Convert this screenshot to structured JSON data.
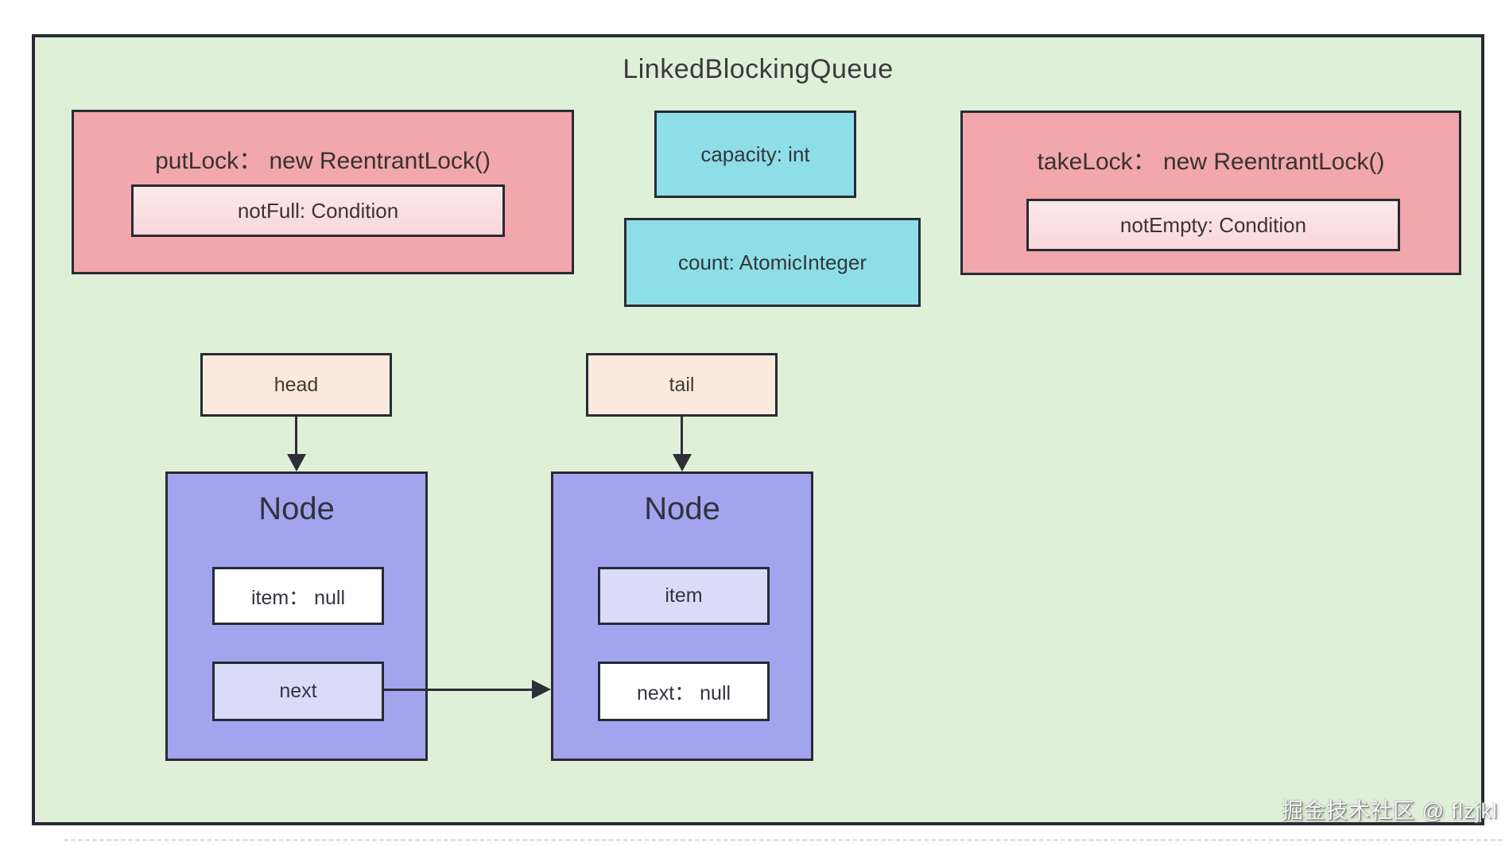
{
  "diagram": {
    "title": "LinkedBlockingQueue",
    "put_lock": {
      "label": "putLock：  new ReentrantLock()",
      "condition": "notFull: Condition"
    },
    "take_lock": {
      "label": "takeLock：  new ReentrantLock()",
      "condition": "notEmpty: Condition"
    },
    "fields": {
      "capacity": "capacity: int",
      "count": "count: AtomicInteger"
    },
    "pointers": {
      "head": "head",
      "tail": "tail"
    },
    "nodes": [
      {
        "title": "Node",
        "item": "item：  null",
        "next": "next"
      },
      {
        "title": "Node",
        "item": "item",
        "next": "next：  null"
      }
    ],
    "watermark": "掘金技术社区 @ flzjkl",
    "colors": {
      "container_bg": "#dff0d9",
      "lock_bg": "#f1a7ac",
      "condition_bg": "#f9dde0",
      "cyan_bg": "#8edee8",
      "pointer_bg": "#faeadd",
      "node_bg": "#a2a5ee",
      "node_field_alt_bg": "#d9dcf8",
      "border": "#2a2a32",
      "arrow": "#2e2e36"
    }
  }
}
